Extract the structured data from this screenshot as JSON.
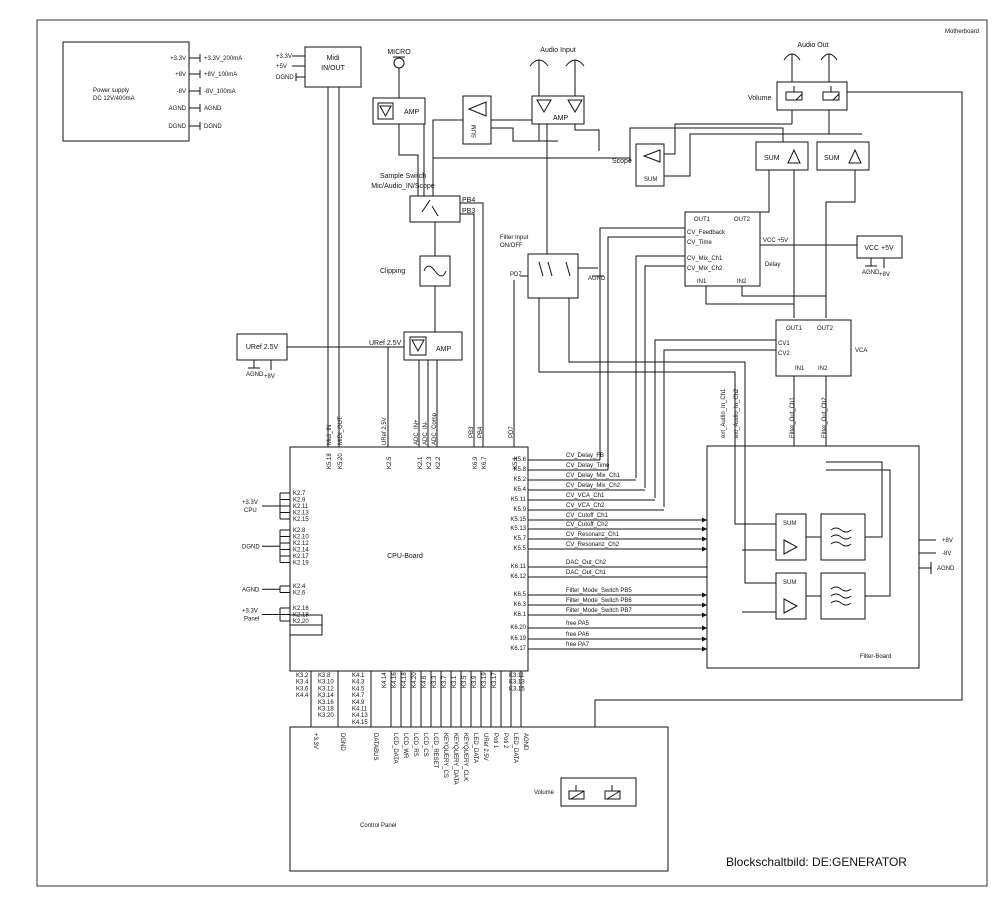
{
  "title": "Blockschaltbild: DE:GENERATOR",
  "motherboard_label": "Motherboard",
  "power_supply": {
    "label1": "Power supply",
    "label2": "DC 12V/400mA",
    "rails": [
      "+3.3V",
      "+8V",
      "-8V",
      "AGND",
      "DGND"
    ],
    "outputs": [
      "+3.3V_200mA",
      "+8V_100mA",
      "-8V_100mA",
      "AGND",
      "DGND"
    ]
  },
  "midi": {
    "label1": "Midi",
    "label2": "IN/OUT",
    "inputs": [
      "+3.3V",
      "+5V",
      "DGND"
    ],
    "pins": [
      "Midi_IN",
      "MIDI_OUT"
    ]
  },
  "audio": {
    "micro": "MICRO",
    "audio_input": "Audio Input",
    "audio_out": "Audio Out",
    "amp": "AMP",
    "sum": "SUM",
    "volume": "Volume",
    "scope": "Scope"
  },
  "sample_switch": {
    "line1": "Sample Switch",
    "line2": "Mic/Audio_IN/Scope",
    "pins": [
      "PB4",
      "PB3"
    ]
  },
  "clipping": "Clipping",
  "uref": {
    "label": "URef 2.5V",
    "agnd": "AGND",
    "plus8": "+8V"
  },
  "filter_input": {
    "line1": "Filter Input",
    "line2": "ON/OFF",
    "pd7": "PD7",
    "agnd": "AGND"
  },
  "delay": {
    "label": "Delay",
    "out1": "OUT1",
    "out2": "OUT2",
    "in1": "IN1",
    "in2": "IN2",
    "inputs": [
      "CV_Feedback",
      "CV_Time",
      "CV_Mix_Ch1",
      "CV_Mix_Ch2"
    ],
    "vcc": "VCC +5V"
  },
  "vcc_box": {
    "label": "VCC +5V",
    "agnd": "AGND",
    "plus8": "+8V"
  },
  "vca": {
    "label": "VCA",
    "out1": "OUT1",
    "out2": "OUT2",
    "cv1": "CV1",
    "cv2": "CV2",
    "in1": "IN1",
    "in2": "IN2"
  },
  "mid_labels": [
    "Midi_IN",
    "MIDI_OUT",
    "URef 2.5V",
    "ADC_IN+",
    "ADC_IN-",
    "ADC_Comp",
    "PB3",
    "PB4",
    "PD7",
    "ext_Audio_In_Ch1",
    "ext_Audio_In_Ch2",
    "Filter_Out_Ch1",
    "Filter_Out_Ch2"
  ],
  "cpu_board": {
    "label": "CPU-Board",
    "top_pins": [
      "K5.18",
      "K5.20",
      "K2.5",
      "K2.1",
      "K2.3",
      "K2.2",
      "K6.9",
      "K6.7",
      "K5.1"
    ],
    "right_pins": [
      {
        "pin": "K5.6",
        "signal": "CV_Delay_FB"
      },
      {
        "pin": "K5.8",
        "signal": "CV_Delay_Time"
      },
      {
        "pin": "K5.2",
        "signal": "CV_Delay_Mix_Ch1"
      },
      {
        "pin": "K5.4",
        "signal": "CV_Delay_Mix_Ch2"
      },
      {
        "pin": "K5.11",
        "signal": "CV_VCA_Ch1"
      },
      {
        "pin": "K5.9",
        "signal": "CV_VCA_Ch2"
      },
      {
        "pin": "K5.15",
        "signal": "CV_Cutoff_Ch1"
      },
      {
        "pin": "K5.13",
        "signal": "CV_Cutoff_Ch2"
      },
      {
        "pin": "K5.7",
        "signal": "CV_Resonanz_Ch1"
      },
      {
        "pin": "K5.5",
        "signal": "CV_Resonanz_Ch2"
      },
      {
        "pin": "K6.11",
        "signal": "DAC_Out_Ch2"
      },
      {
        "pin": "K6.12",
        "signal": "DAC_Out_Ch1"
      },
      {
        "pin": "K6.5",
        "signal": "Filter_Mode_Switch PB5"
      },
      {
        "pin": "K6.3",
        "signal": "Filter_Mode_Switch PB6"
      },
      {
        "pin": "K6.1",
        "signal": "Filter_Mode_Switch PB7"
      },
      {
        "pin": "K6.20",
        "signal": "free PA5"
      },
      {
        "pin": "K6.19",
        "signal": "free PA6"
      },
      {
        "pin": "K6.17",
        "signal": "free PA7"
      }
    ],
    "left_groups": [
      {
        "label": "+3.3V",
        "sublabel": "CPU",
        "pins": [
          "K2.7",
          "K2.9",
          "K2.11",
          "K2.13",
          "K2.15"
        ]
      },
      {
        "label": "DGND",
        "sublabel": "",
        "pins": [
          "K2.8",
          "K2.10",
          "K2.12",
          "K2.14",
          "K2.17",
          "K2.19"
        ]
      },
      {
        "label": "AGND",
        "sublabel": "",
        "pins": [
          "K2.4",
          "K2.6"
        ]
      },
      {
        "label": "+3.3V",
        "sublabel": "Panel",
        "pins": [
          "K2.16",
          "K2.18",
          "K2.20"
        ]
      }
    ],
    "bottom_cols": [
      [
        "K3.2",
        "K3.4",
        "K3.6",
        "K4.4"
      ],
      [
        "K3.8",
        "K3.10",
        "K3.12",
        "K3.14",
        "K3.16",
        "K3.18",
        "K3.20"
      ],
      [
        "K4.1",
        "K4.3",
        "K4.5",
        "K4.7",
        "K4.9",
        "K4.11",
        "K4.13",
        "K4.15"
      ],
      [
        "K4.14"
      ],
      [
        "K4.16"
      ],
      [
        "K4.18"
      ],
      [
        "K4.20"
      ],
      [
        "K4.6"
      ],
      [
        "K3.3"
      ],
      [
        "K3.7"
      ],
      [
        "K3.1"
      ],
      [
        "K3.5"
      ],
      [
        "K3.9"
      ],
      [
        "K3.19"
      ],
      [
        "K3.17"
      ],
      [
        "K3.11",
        "K3.13",
        "K3.15"
      ]
    ]
  },
  "control_panel": {
    "label": "Control Panel",
    "signals": [
      "+3.3V",
      "DGND",
      "DATABUS",
      "LCD_DATA",
      "LCD_WR",
      "LCD_RS",
      "LCD_CS",
      "LCD_RESET",
      "KEYQUERY_CS",
      "KEYQUERY_DATA",
      "KEYQUERY_CLK",
      "LED_DATA",
      "URef 2.5V",
      "Poti 1",
      "Poti 2",
      "LED_DATA",
      "AGND"
    ],
    "volume": "Volume"
  },
  "filter_board": {
    "label": "Filter-Board",
    "sum": "SUM",
    "outputs": [
      "+8V",
      "-8V",
      "AGND"
    ]
  }
}
